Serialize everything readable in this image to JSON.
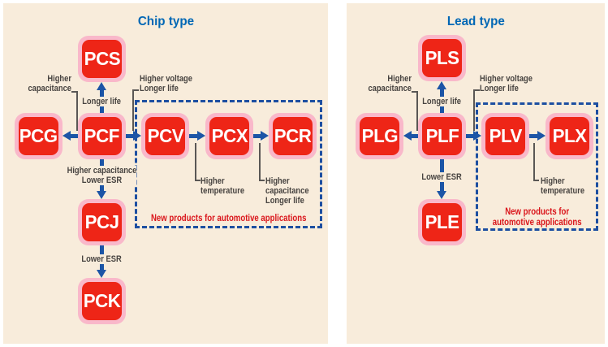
{
  "colors": {
    "panel_background": "#f8ecdb",
    "box_red": "#ee2517",
    "box_pink_border": "#f9b8ca",
    "arrow_blue": "#1c55a6",
    "dashed_border_blue": "#1d4fa1",
    "title_blue": "#0067b5",
    "label_gray": "#474340",
    "note_red": "#da151b"
  },
  "left_panel": {
    "title": "Chip type",
    "boxes": {
      "pcs": "PCS",
      "pcg": "PCG",
      "pcf": "PCF",
      "pcv": "PCV",
      "pcx": "PCX",
      "pcr": "PCR",
      "pcj": "PCJ",
      "pck": "PCK"
    },
    "labels": {
      "higher_capacitance": "Higher\ncapacitance",
      "longer_life": "Longer life",
      "higher_voltage_longer_life": "Higher voltage\nLonger life",
      "higher_capacitance_lower_esr": "Higher capacitance\nLower ESR",
      "lower_esr": "Lower ESR",
      "higher_temperature": "Higher\ntemperature",
      "higher_capacitance_longer_life": "Higher\ncapacitance\nLonger life",
      "note": "New products for automotive applications"
    }
  },
  "right_panel": {
    "title": "Lead type",
    "boxes": {
      "pls": "PLS",
      "plg": "PLG",
      "plf": "PLF",
      "plv": "PLV",
      "plx": "PLX",
      "ple": "PLE"
    },
    "labels": {
      "higher_capacitance": "Higher\ncapacitance",
      "longer_life": "Longer life",
      "higher_voltage_longer_life": "Higher voltage\nLonger life",
      "lower_esr": "Lower ESR",
      "higher_temperature": "Higher\ntemperature",
      "note": "New products for\nautomotive applications"
    }
  }
}
